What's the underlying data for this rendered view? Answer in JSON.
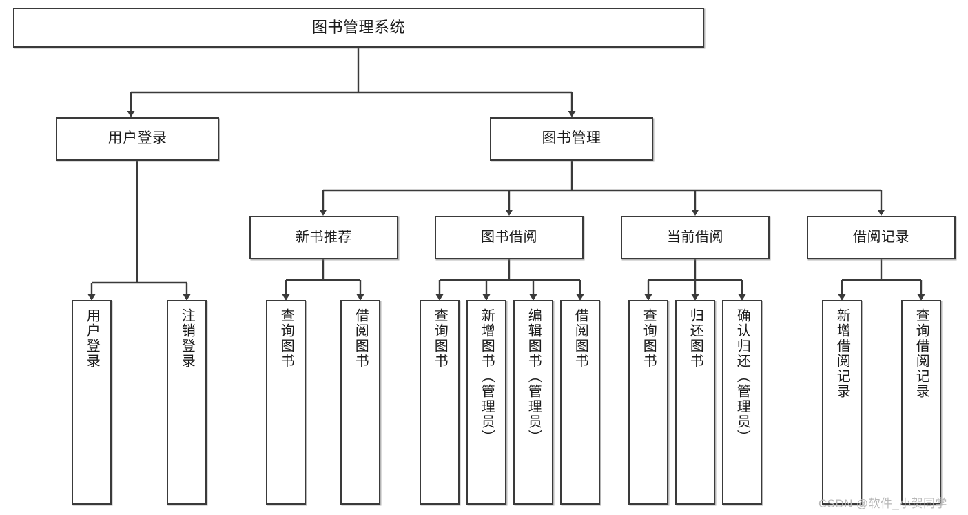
{
  "diagram": {
    "title": "图书管理系统",
    "type": "tree-hierarchy-chart",
    "watermark": "CSDN @软件_小贺同学",
    "root": {
      "id": "root",
      "label": "图书管理系统"
    },
    "level2": [
      {
        "id": "user-login",
        "label": "用户登录"
      },
      {
        "id": "book-manage",
        "label": "图书管理"
      }
    ],
    "level3": [
      {
        "id": "new-book-recommend",
        "label": "新书推荐"
      },
      {
        "id": "book-borrow",
        "label": "图书借阅"
      },
      {
        "id": "current-borrow",
        "label": "当前借阅"
      },
      {
        "id": "borrow-record",
        "label": "借阅记录"
      }
    ],
    "leaves": {
      "user_login": [
        {
          "id": "leaf-user-login",
          "label": "用户登录"
        },
        {
          "id": "leaf-logout-login",
          "label": "注销登录"
        }
      ],
      "new_book_recommend": [
        {
          "id": "leaf-query-book-1",
          "label": "查询图书"
        },
        {
          "id": "leaf-borrow-book-1",
          "label": "借阅图书"
        }
      ],
      "book_borrow": [
        {
          "id": "leaf-query-book-2",
          "label": "查询图书"
        },
        {
          "id": "leaf-add-book",
          "label": "新增图书（管理员）"
        },
        {
          "id": "leaf-edit-book",
          "label": "编辑图书（管理员）"
        },
        {
          "id": "leaf-borrow-book-2",
          "label": "借阅图书"
        }
      ],
      "current_borrow": [
        {
          "id": "leaf-query-book-3",
          "label": "查询图书"
        },
        {
          "id": "leaf-return-book",
          "label": "归还图书"
        },
        {
          "id": "leaf-confirm-return",
          "label": "确认归还（管理员）"
        }
      ],
      "borrow_record": [
        {
          "id": "leaf-add-record",
          "label": "新增借阅记录"
        },
        {
          "id": "leaf-query-record",
          "label": "查询借阅记录"
        }
      ]
    },
    "colors": {
      "stroke": "#3a3a3a",
      "box_fill": "#ffffff",
      "text": "#1b1b1b",
      "page_background": "#ffffff",
      "watermark": "#b8b8b8"
    }
  }
}
